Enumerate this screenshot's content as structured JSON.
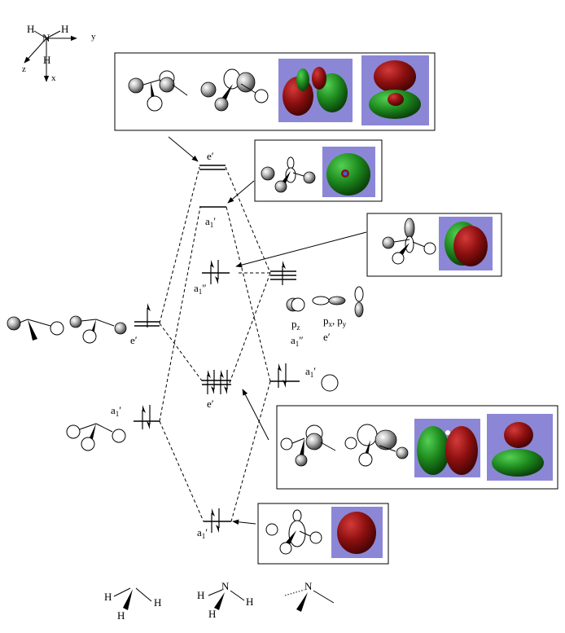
{
  "axes": {
    "h_top_left": "H",
    "h_top_right": "H",
    "n": "N",
    "h_bottom": "H",
    "y": "y",
    "z": "z",
    "x": "x"
  },
  "levels": {
    "e_prime_top": "e′",
    "a1_prime_mid": {
      "base": "a",
      "sub": "1",
      "prime": "′"
    },
    "a1_double_prime": {
      "base": "a",
      "sub": "1",
      "prime": "″"
    },
    "e_prime_left": "e′",
    "e_prime_center": "e′",
    "a1_prime_left": {
      "base": "a",
      "sub": "1",
      "prime": "′"
    },
    "a1_prime_right": {
      "base": "a",
      "sub": "1",
      "prime": "′"
    },
    "a1_prime_bottom": {
      "base": "a",
      "sub": "1",
      "prime": "′"
    }
  },
  "n_orbitals": {
    "pz": {
      "base": "p",
      "sub": "z"
    },
    "pxpy": {
      "base1": "p",
      "sub1": "x",
      "sep": ",",
      "base2": "p",
      "sub2": "y"
    },
    "a1pp": {
      "base": "a",
      "sub": "1",
      "prime": "″"
    },
    "eprime": "e′"
  },
  "bottom_molecules": {
    "mol1": {
      "h1": "H",
      "h2": "H",
      "h3": "H"
    },
    "mol2": {
      "h1": "H",
      "n": "N",
      "h2": "H",
      "h3": "H"
    },
    "mol3": {
      "n": "N"
    }
  },
  "colors": {
    "orbital_bg": "#8b87d6",
    "lobe_red": "#8e1010",
    "lobe_green": "#1e8a1e"
  }
}
